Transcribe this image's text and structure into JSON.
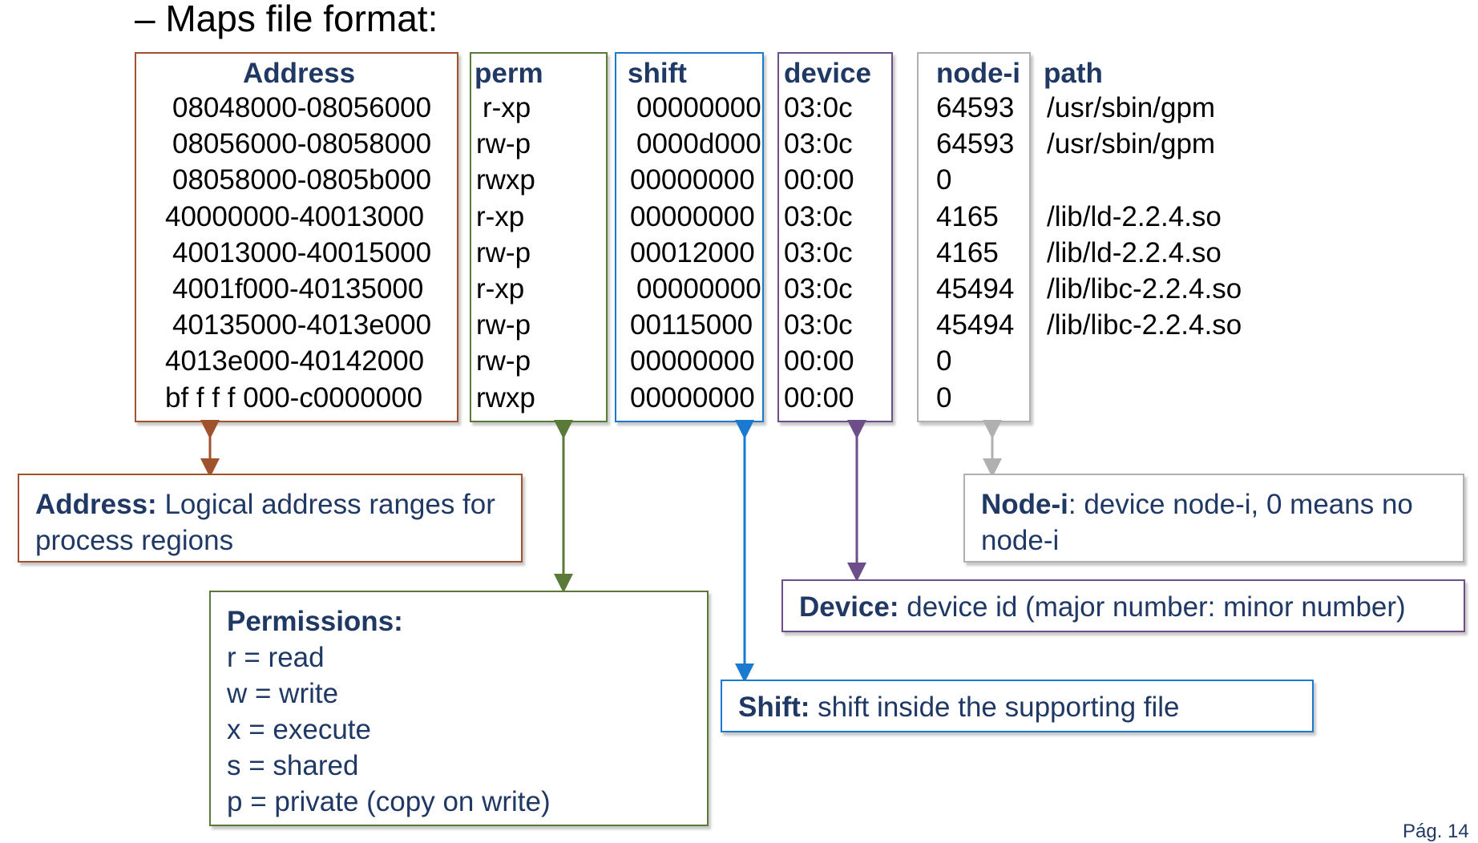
{
  "title": "– Maps file format:",
  "page_number": "Pág. 14",
  "colors": {
    "address": "#a0522d",
    "perm": "#5a7a3a",
    "shift": "#1a7ad0",
    "device": "#6b4e8a",
    "nodei": "#b0b0b0",
    "heading": "#1f3864"
  },
  "columns": {
    "address": {
      "header": "Address",
      "values": [
        "08048000-08056000",
        "08056000-08058000",
        "08058000-0805b000",
        "40000000-40013000",
        "40013000-40015000",
        "4001f000-40135000",
        "40135000-4013e000",
        "4013e000-40142000",
        "bf f f f 000-c0000000"
      ]
    },
    "perm": {
      "header": "perm",
      "values": [
        "r-xp",
        "rw-p",
        "rwxp",
        "r-xp",
        "rw-p",
        "r-xp",
        "rw-p",
        "rw-p",
        "rwxp"
      ]
    },
    "shift": {
      "header": "shift",
      "values": [
        "00000000",
        "0000d000",
        "00000000",
        "00000000",
        "00012000",
        "00000000",
        "00115000",
        "00000000",
        "00000000"
      ]
    },
    "device": {
      "header": "device",
      "values": [
        "03:0c",
        "03:0c",
        "00:00",
        "03:0c",
        "03:0c",
        "03:0c",
        "03:0c",
        "00:00",
        "00:00"
      ]
    },
    "nodei": {
      "header": "node-i",
      "values": [
        "64593",
        "64593",
        "0",
        "4165",
        "4165",
        "45494",
        "45494",
        "0",
        "0"
      ]
    },
    "path": {
      "header": "path",
      "values": [
        "/usr/sbin/gpm",
        "/usr/sbin/gpm",
        "",
        "/lib/ld-2.2.4.so",
        "/lib/ld-2.2.4.so",
        "/lib/libc-2.2.4.so",
        "/lib/libc-2.2.4.so",
        "",
        ""
      ]
    }
  },
  "explanations": {
    "address": {
      "term": "Address:",
      "text": " Logical address ranges for process regions"
    },
    "permissions": {
      "term": "Permissions:",
      "lines": [
        "r = read",
        "w = write",
        "x = execute",
        "s = shared",
        "p = private (copy on write)"
      ]
    },
    "shift": {
      "term": "Shift:",
      "text": " shift inside the supporting file"
    },
    "device": {
      "term": "Device:",
      "text": " device id (major number: minor number)"
    },
    "nodei": {
      "term": "Node-i",
      "text": ": device node-i, 0 means no node-i"
    }
  }
}
